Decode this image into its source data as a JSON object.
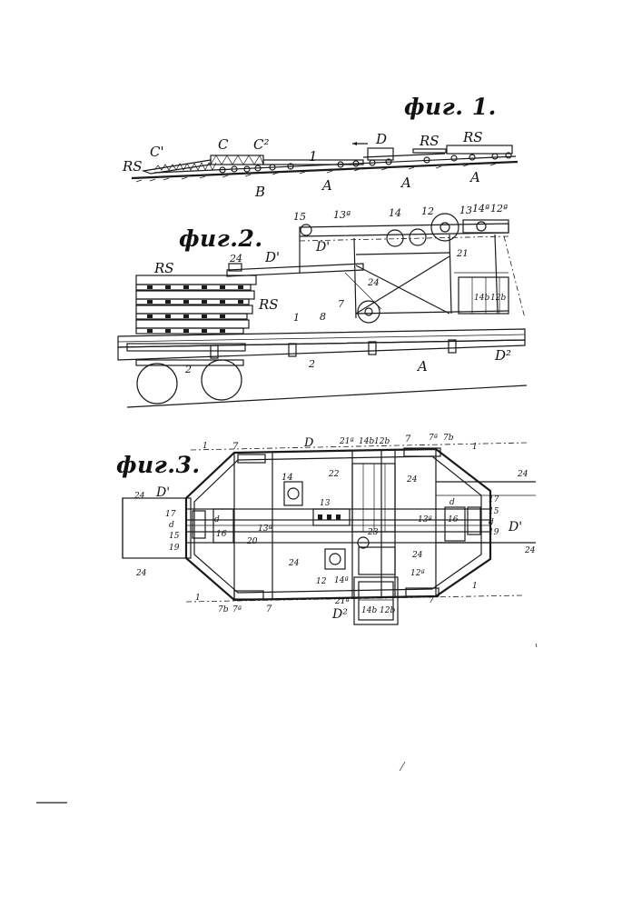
{
  "figures": {
    "fig1": {
      "title": "фиг. 1.",
      "labels": {
        "rs_left": "RS",
        "c1": "C'",
        "c": "C",
        "c2": "C²",
        "n1": "1",
        "d": "D",
        "rs_mid": "RS",
        "rs_right": "RS",
        "b": "B",
        "a1": "A",
        "a2": "A",
        "a3": "A"
      }
    },
    "fig2": {
      "title": "фиг.2.",
      "labels": {
        "n15": "15",
        "n13a": "13ª",
        "n14": "14",
        "n12": "12",
        "n13": "13",
        "n14a": "14ª",
        "n12a": "12ª",
        "d1_top": "D'",
        "rs_top": "RS",
        "n24a": "24",
        "d1": "D'",
        "n21": "21",
        "n24b": "24",
        "n14b": "14b",
        "n12b": "12b",
        "n7": "7",
        "rs_mid": "RS",
        "n1": "1",
        "n8": "8",
        "n2a": "2",
        "n2b": "2",
        "a": "A",
        "d2": "D²"
      }
    },
    "fig3": {
      "title": "фиг.3.",
      "labels": {
        "n1_tl": "1",
        "n7_tl": "7",
        "d_top": "D",
        "n21a_t": "21ª",
        "n14b_t": "14b",
        "n12b_t": "12b",
        "n7_tr": "7",
        "n7a_tr": "7ª",
        "n7b_tr": "7b",
        "n1_tr": "1",
        "n24_l": "24",
        "d1_l": "D'",
        "n14": "14",
        "n22": "22",
        "n24_c": "24",
        "n24_r": "24",
        "n17_l": "17",
        "d_l1": "d",
        "d_l2": "d",
        "n15_l": "15",
        "n19_l": "19",
        "n16_l": "16",
        "n13a_l": "13ª",
        "n13": "13",
        "n20": "20",
        "n23": "23",
        "n13a_r": "13ª",
        "d_r": "d",
        "n16_r": "16",
        "n17_r": "17",
        "n15_r": "15",
        "d_r2": "d",
        "n19_r": "19",
        "d1_r": "D'",
        "n24_bl": "24",
        "n24_m": "24",
        "n24_mr": "24",
        "n12": "12",
        "n14a": "14ª",
        "n12a": "12ª",
        "n24_rr": "24",
        "n1_bl": "1",
        "n7b_bl": "7b",
        "n7a_bl": "7ª",
        "n7_bl": "7",
        "n21a_b": "21ª",
        "d2": "D²",
        "n14b_b": "14b",
        "n12b_b": "12b",
        "n7_br": "7",
        "n1_br": "1"
      }
    }
  }
}
